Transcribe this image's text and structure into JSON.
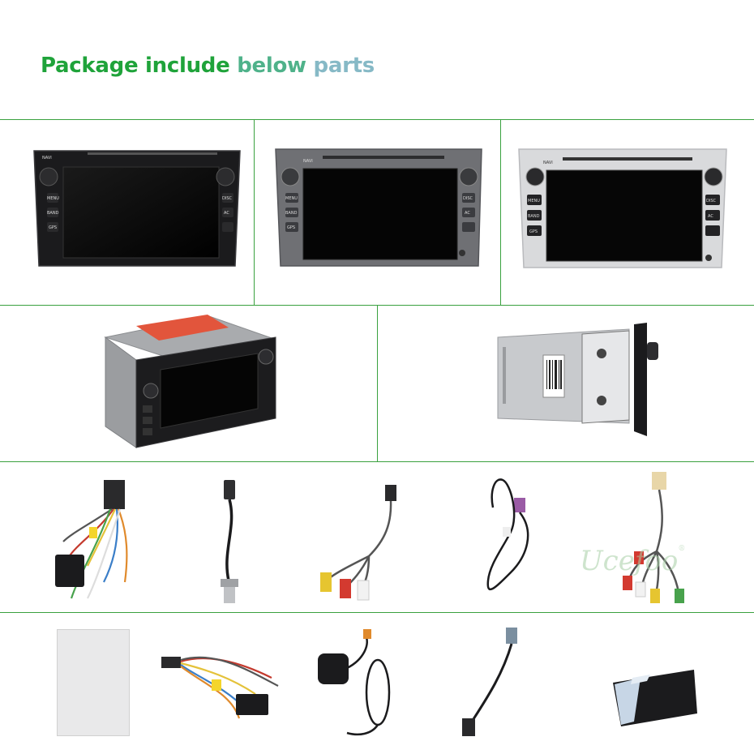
{
  "header": {
    "title_part1": "Package include",
    "title_part2": "below",
    "title_part3": "parts"
  },
  "device": {
    "buttons": {
      "nav": "NAVI",
      "menu": "MENU",
      "band": "BAND",
      "gps": "GPS",
      "disc": "DISC",
      "ac": "AC"
    }
  },
  "panel_colors": {
    "black": "#1b1b1d",
    "grey": "#6f7074",
    "silver": "#d9dadc"
  },
  "chassis": {
    "label_color": "#e2553c"
  },
  "watermark": {
    "brand": "Ucefoo",
    "reg": "®"
  },
  "items": [
    "radio-black",
    "radio-grey",
    "radio-silver",
    "unit-with-housing",
    "unit-side-bracket",
    "power-harness",
    "antenna-adapter",
    "rca-video-cable",
    "microphone-cable",
    "rca-audio-cable",
    "cleaning-cloth",
    "iso-harness",
    "gps-antenna",
    "usb-extension-cable",
    "adhesive-tape"
  ]
}
